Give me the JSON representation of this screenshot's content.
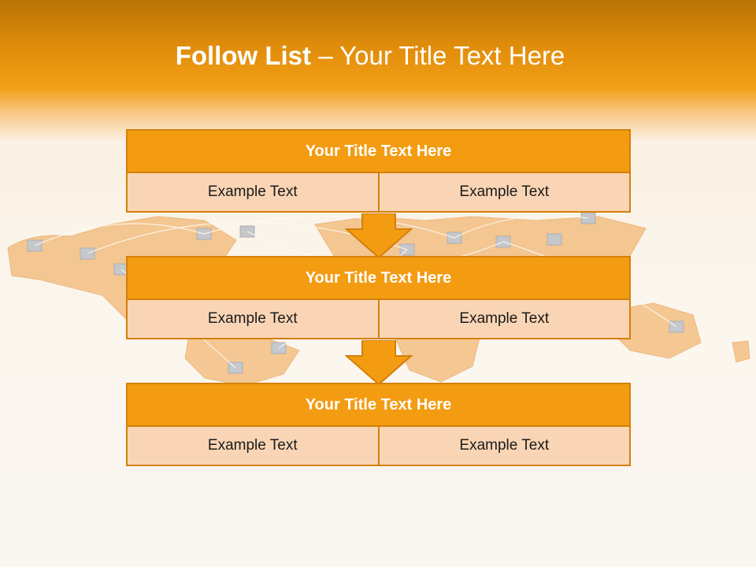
{
  "slide": {
    "title_bold": "Follow List",
    "title_rest": " – Your Title Text Here",
    "blocks": [
      {
        "heading": "Your Title Text Here",
        "cells": [
          "Example Text",
          "Example Text"
        ]
      },
      {
        "heading": "Your Title Text Here",
        "cells": [
          "Example Text",
          "Example Text"
        ]
      },
      {
        "heading": "Your Title Text Here",
        "cells": [
          "Example Text",
          "Example Text"
        ]
      }
    ]
  },
  "colors": {
    "accent": "#f39c12",
    "border": "#d3800a",
    "cell_fill": "#fad5b5",
    "header_dark": "#b77305"
  }
}
